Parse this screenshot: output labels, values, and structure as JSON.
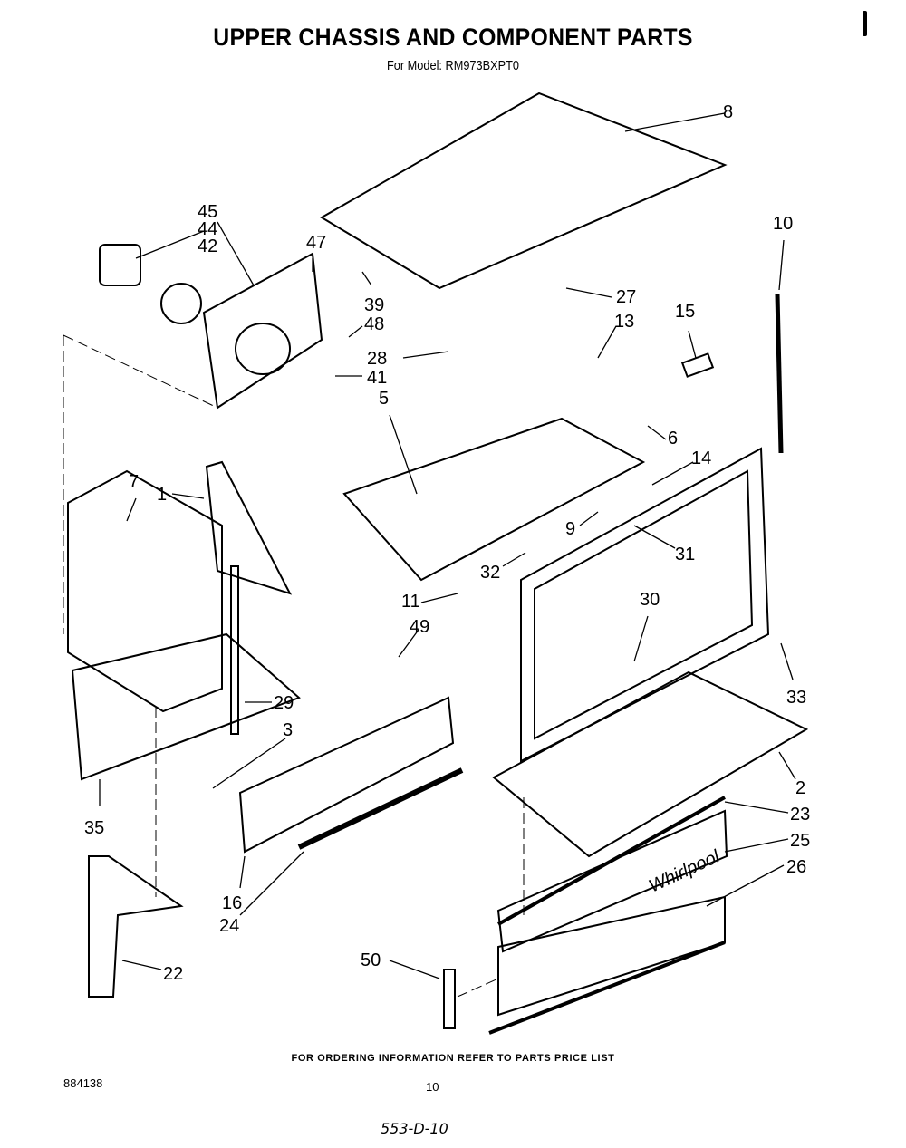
{
  "header": {
    "title": "UPPER CHASSIS AND COMPONENT PARTS",
    "subtitle": "For Model: RM973BXPT0"
  },
  "diagram": {
    "callouts": [
      "8",
      "10",
      "45",
      "44",
      "42",
      "47",
      "39",
      "48",
      "27",
      "13",
      "15",
      "28",
      "41",
      "5",
      "6",
      "14",
      "7",
      "1",
      "9",
      "32",
      "31",
      "30",
      "11",
      "49",
      "33",
      "29",
      "3",
      "2",
      "35",
      "23",
      "25",
      "26",
      "16",
      "24",
      "22",
      "50"
    ],
    "logo_text": "Whirlpool"
  },
  "footer": {
    "ordering_note": "FOR ORDERING INFORMATION REFER TO PARTS PRICE LIST",
    "doc_number": "884138",
    "page_number": "10",
    "handwritten_ref": "553-D-10"
  }
}
